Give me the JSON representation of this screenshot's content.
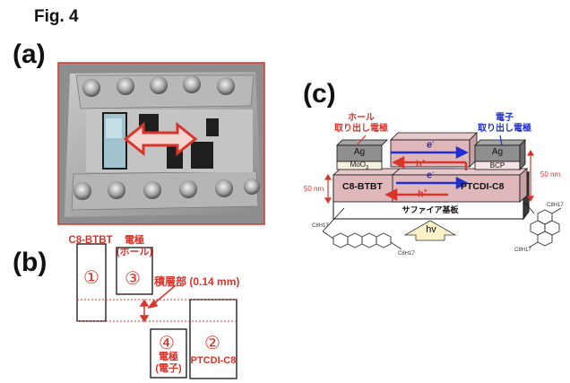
{
  "figure": {
    "title": "Fig. 4"
  },
  "panel_a": {
    "label": "(a)"
  },
  "panel_b": {
    "label": "(b)",
    "c8_label": "C8-BTBT",
    "num1": "①",
    "electrode_hole_1": "電極",
    "electrode_hole_2": "(ホール)",
    "num3": "③",
    "stack_label": "積層部 (0.14 mm)",
    "num4": "④",
    "electrode_electron_1": "電極",
    "electrode_electron_2": "(電子)",
    "num2": "②",
    "ptcdi_label": "PTCDI-C8"
  },
  "panel_c": {
    "label": "(c)",
    "hole_electrode_1": "ホール",
    "hole_electrode_2": "取り出し電極",
    "electron_electrode_1": "電子",
    "electron_electrode_2": "取り出し電極",
    "ag_left": "Ag",
    "moo3": "MoO",
    "moo3_sub": "3",
    "ag_right": "Ag",
    "bcp": "BCP",
    "e_top": "e",
    "h_top": "h",
    "e_bottom": "e",
    "h_bottom": "h",
    "minus": "-",
    "plus": "+",
    "c8_btbt": "C8-BTBT",
    "ptcdi_c8": "PTCDI-C8",
    "substrate": "サファイア基板",
    "thick_left": "50 nm",
    "thick_right": "50 nm",
    "hv": "hv",
    "chain_a": "C8H17",
    "chain_b": "C8H17"
  }
}
